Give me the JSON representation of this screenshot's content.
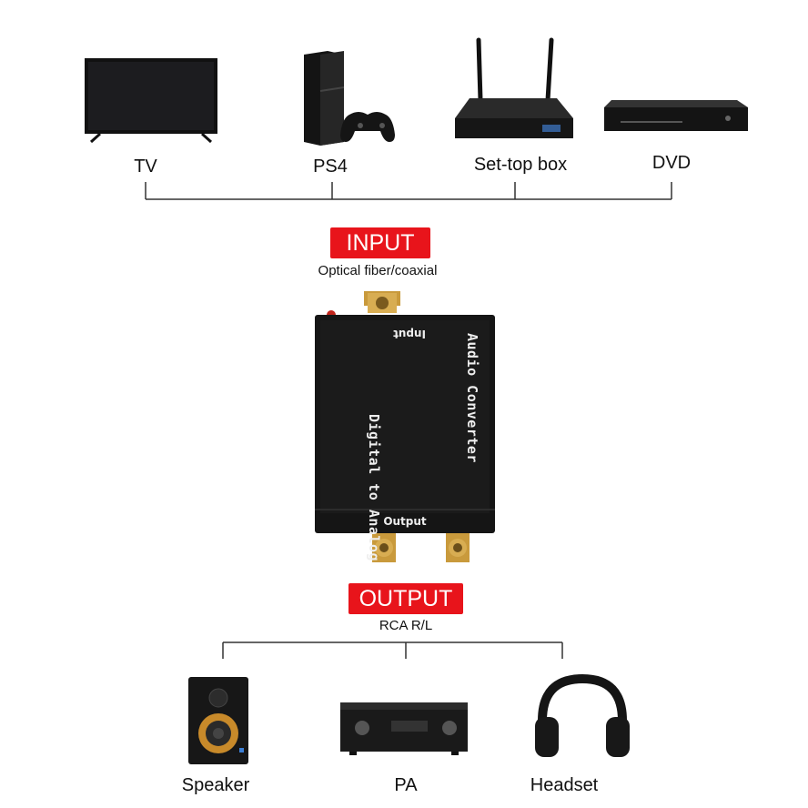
{
  "inputs": {
    "devices": [
      {
        "label": "TV",
        "icon": "tv-icon"
      },
      {
        "label": "PS4",
        "icon": "ps4-icon"
      },
      {
        "label": "Set-top box",
        "icon": "set-top-box-icon"
      },
      {
        "label": "DVD",
        "icon": "dvd-player-icon"
      }
    ],
    "tag": "INPUT",
    "subtitle": "Optical fiber/coaxial"
  },
  "converter": {
    "title_line1": "Digital to Analog",
    "title_line2": "Audio Converter",
    "input_label": "Input",
    "output_label": "Output"
  },
  "outputs": {
    "tag": "OUTPUT",
    "subtitle": "RCA R/L",
    "devices": [
      {
        "label": "Speaker",
        "icon": "speaker-icon"
      },
      {
        "label": "PA",
        "icon": "amplifier-icon"
      },
      {
        "label": "Headset",
        "icon": "headset-icon"
      }
    ]
  },
  "colors": {
    "tag_red": "#e8141b",
    "device_black": "#141414",
    "gold": "#c99a3c"
  }
}
